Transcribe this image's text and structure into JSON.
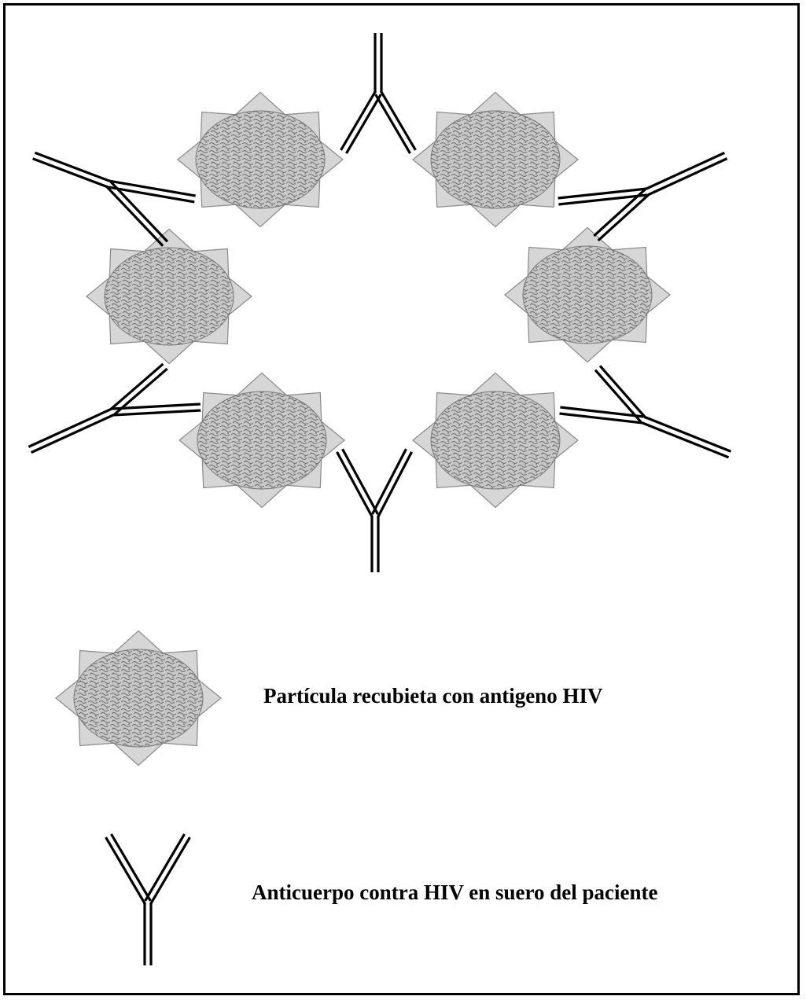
{
  "legend": {
    "particle_label": "Partícula recubieta con antigeno HIV",
    "antibody_label": "Anticuerpo contra HIV en suero del paciente"
  },
  "diagram": {
    "particle_count": 6,
    "antibody_count": 6,
    "colors": {
      "stroke": "#000000",
      "particle_fill": "#bdbdbd",
      "background": "#ffffff"
    }
  }
}
